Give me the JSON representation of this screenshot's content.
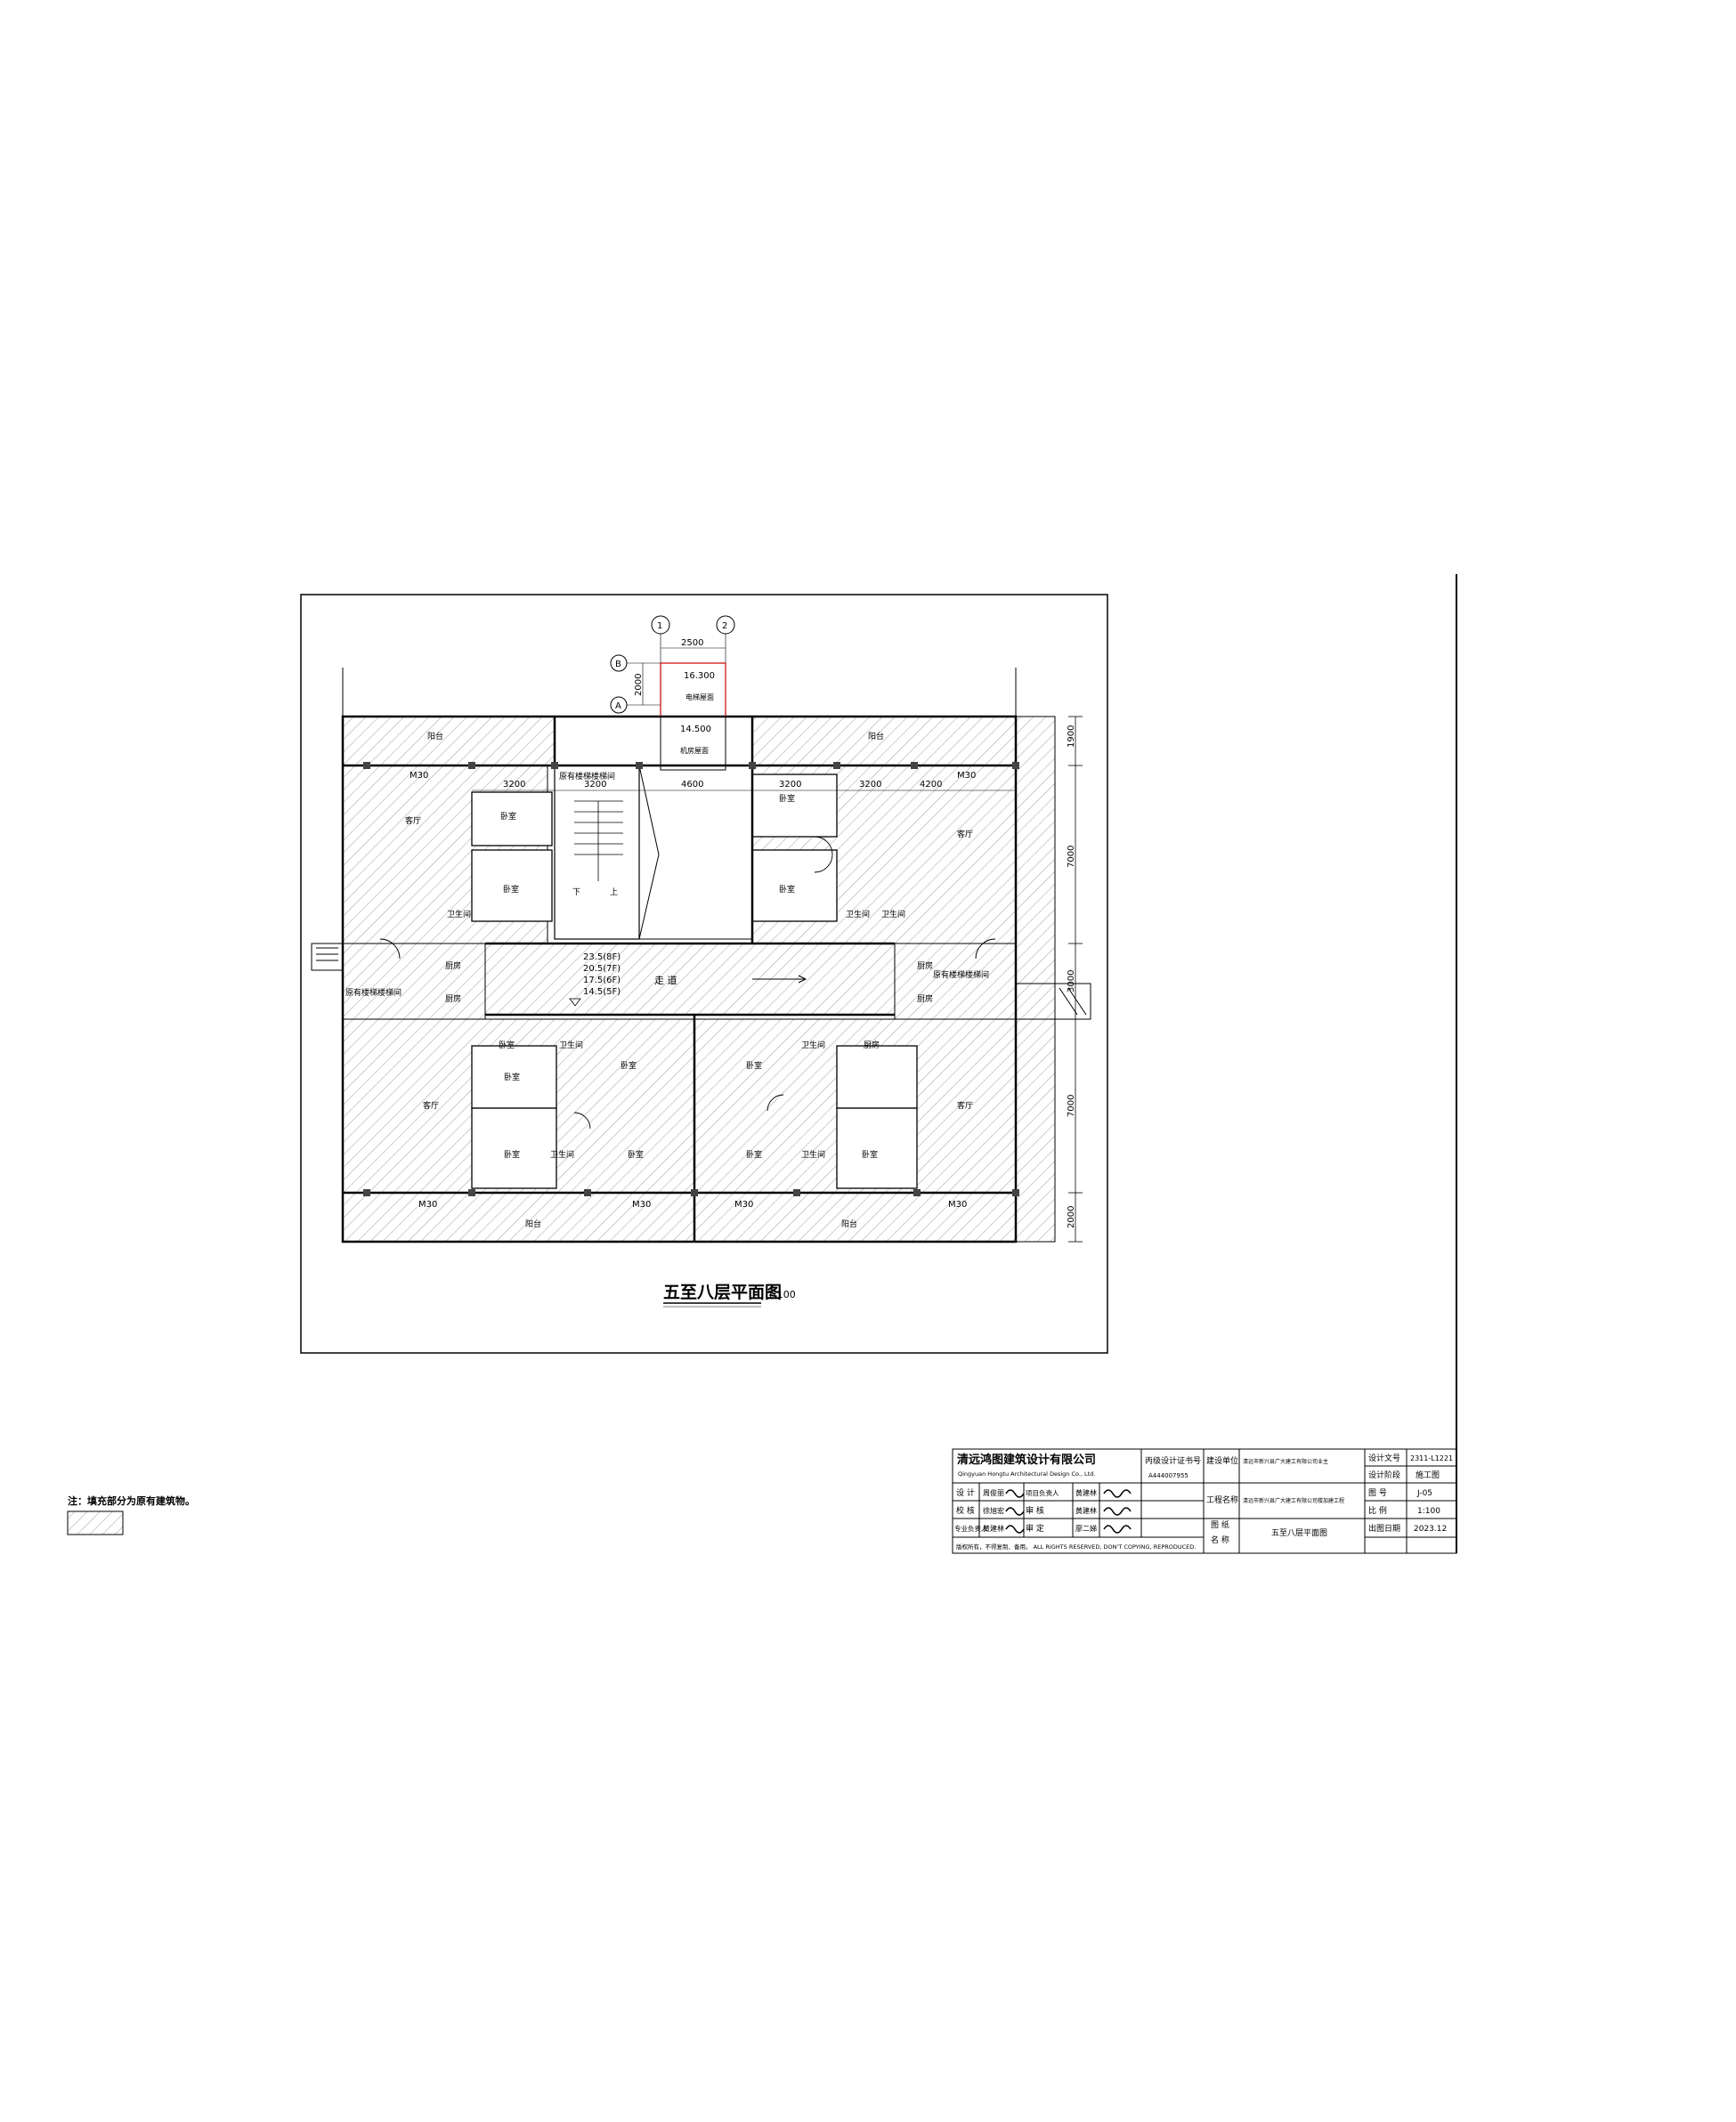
{
  "drawing": {
    "title": "五至八层平面图",
    "scale": "1:100",
    "note": "注：填充部分为原有建筑物。",
    "axes": {
      "col1": "1",
      "col2": "2",
      "rowA": "A",
      "rowB": "B"
    },
    "elevations": {
      "roof_top": "16.300",
      "roof_label": "电梯屋面",
      "roof_lower": "14.500",
      "roof_lower_label": "机房屋面",
      "floors": [
        "23.5(8F)",
        "20.5(7F)",
        "17.5(6F)",
        "14.5(5F)"
      ]
    },
    "dimensions": {
      "top_a": "3200",
      "top_b": "3200",
      "top_c": "4600",
      "top_d": "3200",
      "top_e": "3200",
      "top_f": "4200",
      "span_2500": "2500",
      "span_2000": "2000",
      "right_1900": "1900",
      "right_7000_a": "7000",
      "right_3000": "3000",
      "right_7000_b": "7000",
      "right_2000": "2000"
    },
    "rooms": {
      "balcony": "阳台",
      "living": "客厅",
      "bedroom": "卧室",
      "toilet": "卫生间",
      "kitchen": "厨房",
      "corridor": "走  道",
      "stair_down": "下",
      "stair_up": "上",
      "annex_stair": "原有楼梯楼梯间",
      "window": "M30"
    }
  },
  "title_block": {
    "company": "清远鸿图建筑设计有限公司",
    "company_en": "Qingyuan Hongtu Architectural Design Co., Ltd.",
    "cert_label": "丙级设计证书号",
    "cert_no": "A444007955",
    "client_label": "建设单位",
    "client": "清远市新兴县广大建工有限公司业主",
    "project_label": "工程名称",
    "project": "清远市新兴县广大建工有限公司楼加建工程",
    "drawing_label": "图  纸",
    "drawing_label2": "名  称",
    "drawing_name": "五至八层平面图",
    "design_no_label": "设计文号",
    "design_no": "2311-L1221",
    "stage_label": "设计阶段",
    "stage": "施工图",
    "sheet_label": "图  号",
    "sheet": "J-05",
    "scale_label": "比  例",
    "scale": "1:100",
    "date_label": "出图日期",
    "date": "2023.12",
    "roles": [
      {
        "label": "设  计",
        "name": "周俊丽"
      },
      {
        "label": "校  核",
        "name": "徐旭宏"
      },
      {
        "label": "专业负责人",
        "name": "黄建林"
      }
    ],
    "roles2": [
      {
        "label": "项目负责人",
        "name": "黄建林"
      },
      {
        "label": "审  核",
        "name": "黄建林"
      },
      {
        "label": "审  定",
        "name": "廖二娣"
      }
    ],
    "copyright": "版权所有，不得复制、备用。   ALL RIGHTS RESERVED, DON'T COPYING, REPRODUCED."
  },
  "colors": {
    "line": "#000000",
    "hatch": "#777777",
    "red": "#cc0000"
  }
}
